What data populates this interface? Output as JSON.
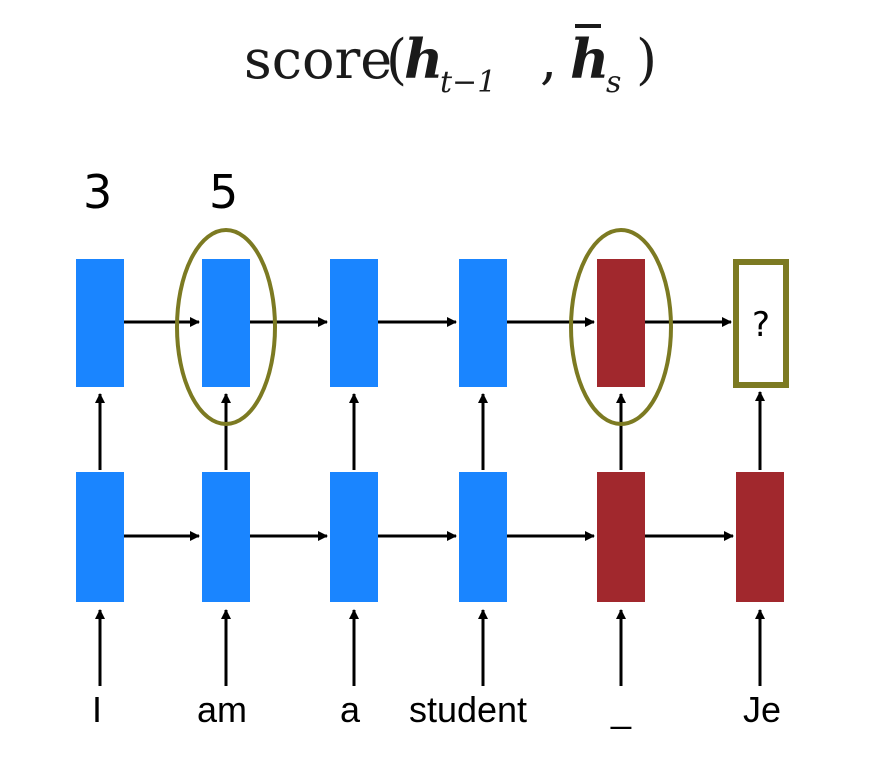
{
  "formula": {
    "func": "score",
    "open_paren": "(",
    "arg1_base": "h",
    "arg1_sub": "t−1",
    "comma": ",",
    "arg2_base": "h",
    "arg2_sub": "s",
    "close_paren": ")"
  },
  "scores": [
    "3",
    "5"
  ],
  "words": [
    "I",
    "am",
    "a",
    "student",
    "_",
    "Je"
  ],
  "next_token_placeholder": "?",
  "colors": {
    "encoder": "#1a85ff",
    "decoder": "#a1282d",
    "highlight": "#7c7a22",
    "arrow": "#000000"
  }
}
